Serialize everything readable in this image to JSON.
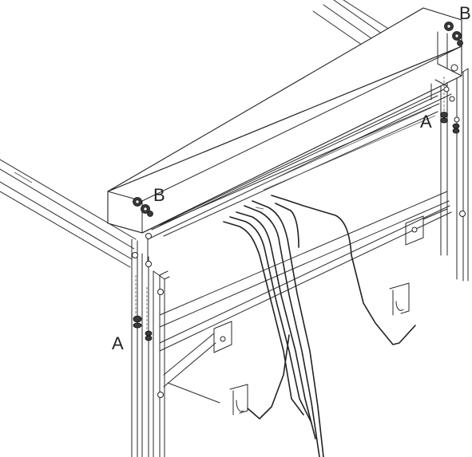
{
  "labels": {
    "b_top_right": "B",
    "a_right": "A",
    "b_left": "B",
    "a_left": "A"
  }
}
